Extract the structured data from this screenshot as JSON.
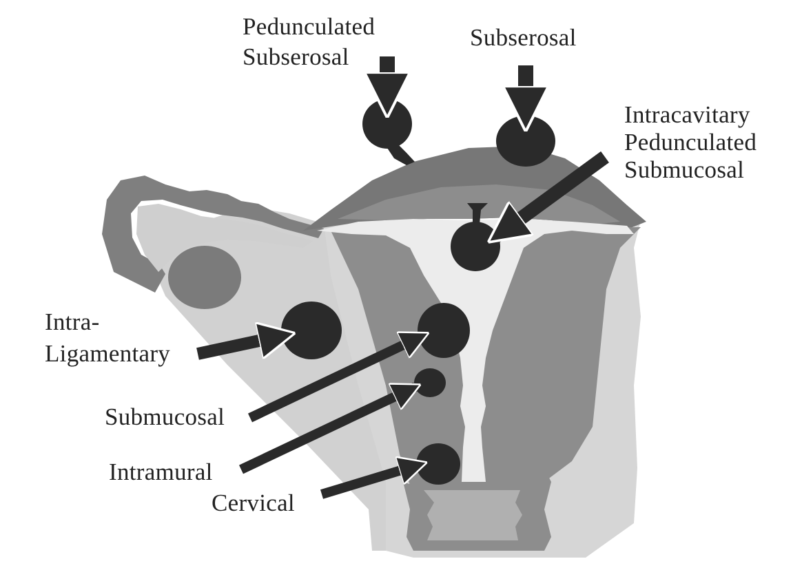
{
  "colors": {
    "background": "#ffffff",
    "outer_tissue": "#d1d1d1",
    "uterine_wall": "#8d8d8d",
    "serosa_cap": "#777777",
    "ovary": "#7b7b7b",
    "cavity": "#ececec",
    "fibroid": "#2a2a2a",
    "arrow": "#2a2a2a"
  },
  "labels": {
    "pedunculated_subserosal": [
      "Pedunculated",
      "Subserosal"
    ],
    "subserosal": "Subserosal",
    "intracavitary": [
      "Intracavitary",
      "Pedunculated",
      "Submucosal"
    ],
    "intraligamentary": [
      "Intra-",
      "Ligamentary"
    ],
    "submucosal": "Submucosal",
    "intramural": "Intramural",
    "cervical": "Cervical"
  }
}
